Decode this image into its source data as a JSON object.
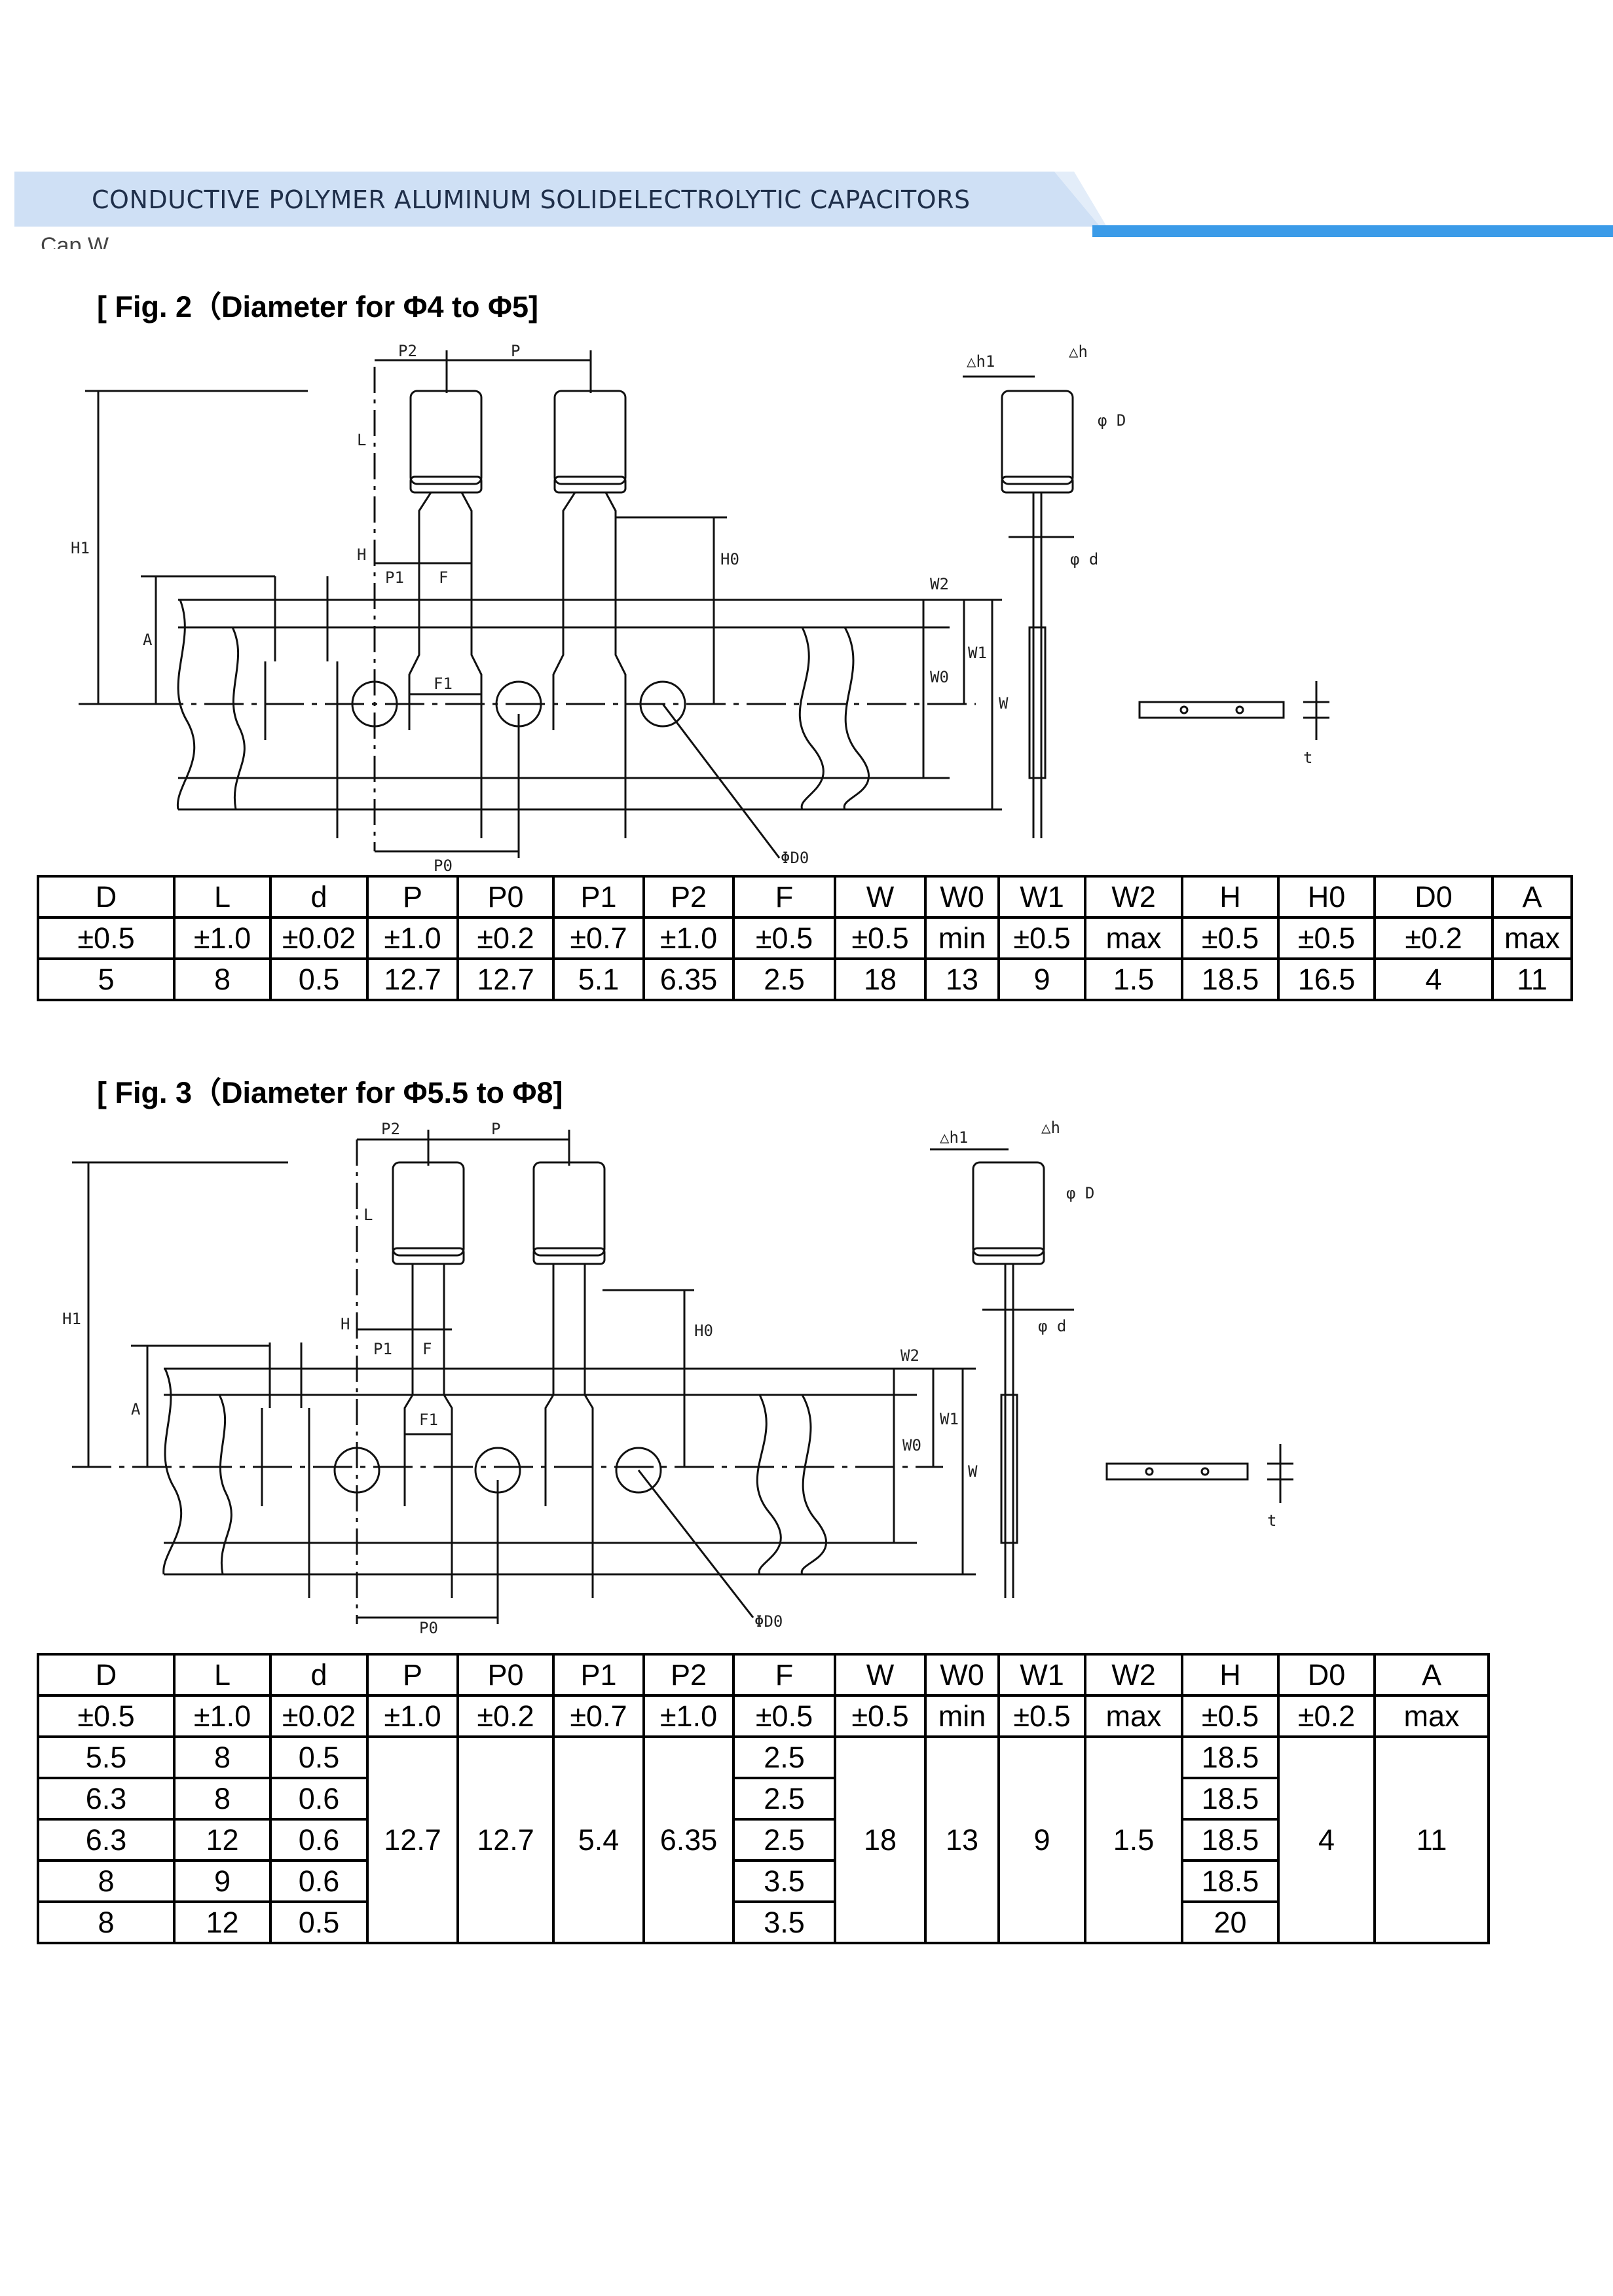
{
  "header": {
    "title": "CONDUCTIVE POLYMER ALUMINUM SOLIDELECTROLYTIC CAPACITORS",
    "subtitle": "Cap W",
    "colors": {
      "bar": "#3b9be8",
      "band": "#cfe0f5",
      "title": "#1f2f4a"
    }
  },
  "fig2": {
    "title": "[ Fig. 2（Diameter for Φ4 to Φ5]",
    "labels": {
      "P2": "P2",
      "P": "P",
      "L": "L",
      "H1": "H1",
      "H": "H",
      "P1": "P1",
      "F": "F",
      "H0": "H0",
      "W2": "W2",
      "W1": "W1",
      "W0": "W0",
      "W": "W",
      "A": "A",
      "F1": "F1",
      "P0": "P0",
      "D0": "ΦD0",
      "dh1": "△h1",
      "dh": "△h",
      "phiD": "φ D",
      "phid": "φ d",
      "t": "t"
    },
    "table": {
      "headers": [
        "D",
        "L",
        "d",
        "P",
        "P0",
        "P1",
        "P2",
        "F",
        "W",
        "W0",
        "W1",
        "W2",
        "H",
        "H0",
        "D0",
        "A"
      ],
      "tolerances": [
        "±0.5",
        "±1.0",
        "±0.02",
        "±1.0",
        "±0.2",
        "±0.7",
        "±1.0",
        "±0.5",
        "±0.5",
        "min",
        "±0.5",
        "max",
        "±0.5",
        "±0.5",
        "±0.2",
        "max"
      ],
      "values": [
        "5",
        "8",
        "0.5",
        "12.7",
        "12.7",
        "5.1",
        "6.35",
        "2.5",
        "18",
        "13",
        "9",
        "1.5",
        "18.5",
        "16.5",
        "4",
        "11"
      ]
    }
  },
  "fig3": {
    "title": "[ Fig. 3（Diameter for Φ5.5 to Φ8]",
    "labels": {
      "P2": "P2",
      "P": "P",
      "L": "L",
      "H1": "H1",
      "H": "H",
      "P1": "P1",
      "F": "F",
      "H0": "H0",
      "W2": "W2",
      "W1": "W1",
      "W0": "W0",
      "W": "W",
      "A": "A",
      "F1": "F1",
      "P0": "P0",
      "D0": "ΦD0",
      "dh1": "△h1",
      "dh": "△h",
      "phiD": "φ D",
      "phid": "φ d",
      "t": "t"
    },
    "table": {
      "headers": [
        "D",
        "L",
        "d",
        "P",
        "P0",
        "P1",
        "P2",
        "F",
        "W",
        "W0",
        "W1",
        "W2",
        "H",
        "D0",
        "A"
      ],
      "tolerances": [
        "±0.5",
        "±1.0",
        "±0.02",
        "±1.0",
        "±0.2",
        "±0.7",
        "±1.0",
        "±0.5",
        "±0.5",
        "min",
        "±0.5",
        "max",
        "±0.5",
        "±0.2",
        "max"
      ],
      "rows": [
        {
          "D": "5.5",
          "L": "8",
          "d": "0.5",
          "F": "2.5",
          "H": "18.5"
        },
        {
          "D": "6.3",
          "L": "8",
          "d": "0.6",
          "F": "2.5",
          "H": "18.5"
        },
        {
          "D": "6.3",
          "L": "12",
          "d": "0.6",
          "F": "2.5",
          "H": "18.5"
        },
        {
          "D": "8",
          "L": "9",
          "d": "0.6",
          "F": "3.5",
          "H": "18.5"
        },
        {
          "D": "8",
          "L": "12",
          "d": "0.5",
          "F": "3.5",
          "H": "20"
        }
      ],
      "merged": {
        "P": "12.7",
        "P0": "12.7",
        "P1": "5.4",
        "P2": "6.35",
        "W": "18",
        "W0": "13",
        "W1": "9",
        "W2": "1.5",
        "D0": "4",
        "A": "11"
      }
    }
  }
}
